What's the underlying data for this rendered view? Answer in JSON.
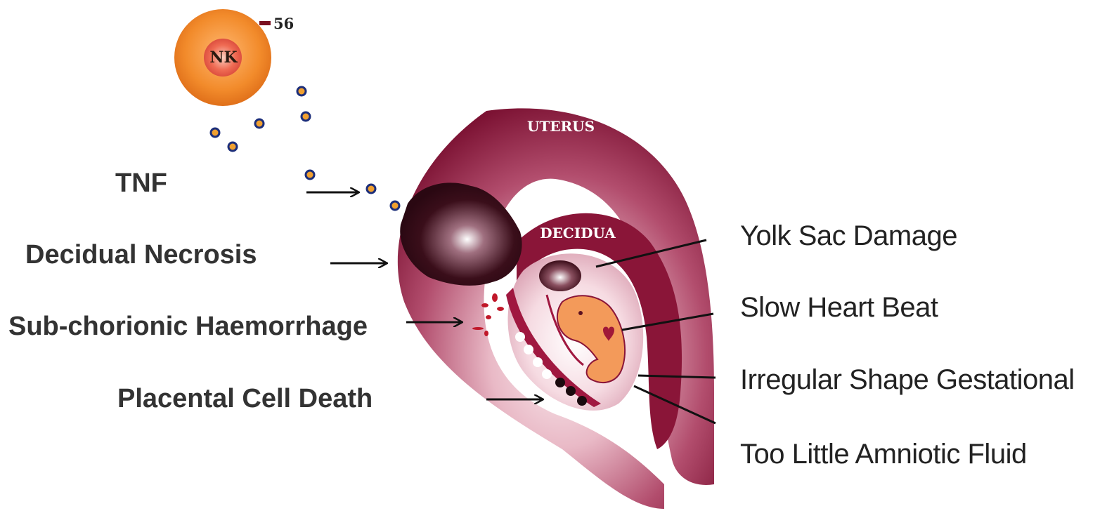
{
  "nk_cell": {
    "label": "NK",
    "marker": "56"
  },
  "regions": {
    "uterus": "UTERUS",
    "decidua": "DECIDUA"
  },
  "left_labels": [
    "TNF",
    "Decidual Necrosis",
    "Sub-chorionic Haemorrhage",
    "Placental Cell Death"
  ],
  "right_labels": [
    "Yolk Sac Damage",
    "Slow Heart Beat",
    "Irregular Shape Gestational",
    "Too Little Amniotic Fluid"
  ],
  "colors": {
    "uterus": "#8a1538",
    "uterus_dark": "#6a0f2c",
    "nk_orange": "#f08c2a",
    "embryo": "#f39a5a",
    "cytokine_ring": "#1c2e7a",
    "cytokine_fill": "#f0a030"
  }
}
